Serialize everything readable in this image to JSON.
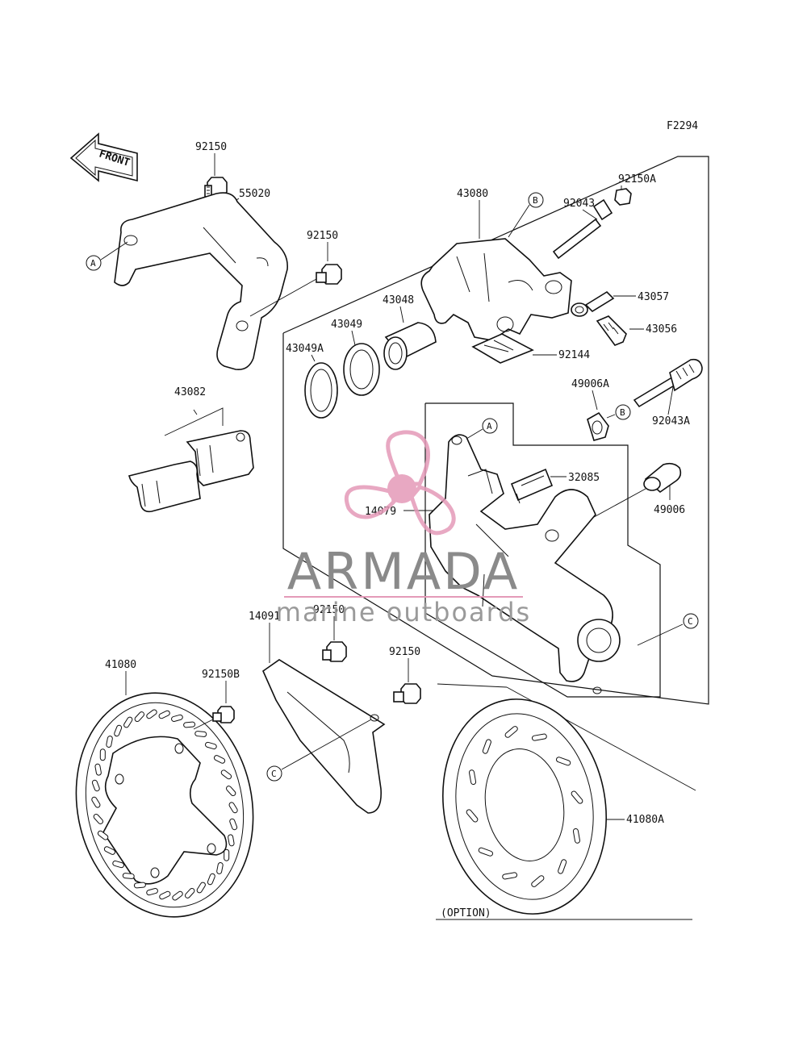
{
  "figure_code": "F2294",
  "front_label": "FRONT",
  "option_label": "(OPTION)",
  "watermark": {
    "name": "ARMADA",
    "tagline": "marine outboards",
    "accent_color": "#e49ab8"
  },
  "callouts": {
    "a": "A",
    "b": "B",
    "c": "C"
  },
  "parts": {
    "p92150_top": "92150",
    "p55020": "55020",
    "p92150_mid": "92150",
    "p43080": "43080",
    "p92150A": "92150A",
    "p92043": "92043",
    "p43057": "43057",
    "p43056": "43056",
    "p43048": "43048",
    "p43049": "43049",
    "p43049A": "43049A",
    "p92144": "92144",
    "p43082": "43082",
    "p49006A": "49006A",
    "p92043A": "92043A",
    "p32085": "32085",
    "p14079": "14079",
    "p49006": "49006",
    "p14091": "14091",
    "p92150_low1": "92150",
    "p92150_low2": "92150",
    "p41080": "41080",
    "p92150B": "92150B",
    "p41080A": "41080A"
  }
}
